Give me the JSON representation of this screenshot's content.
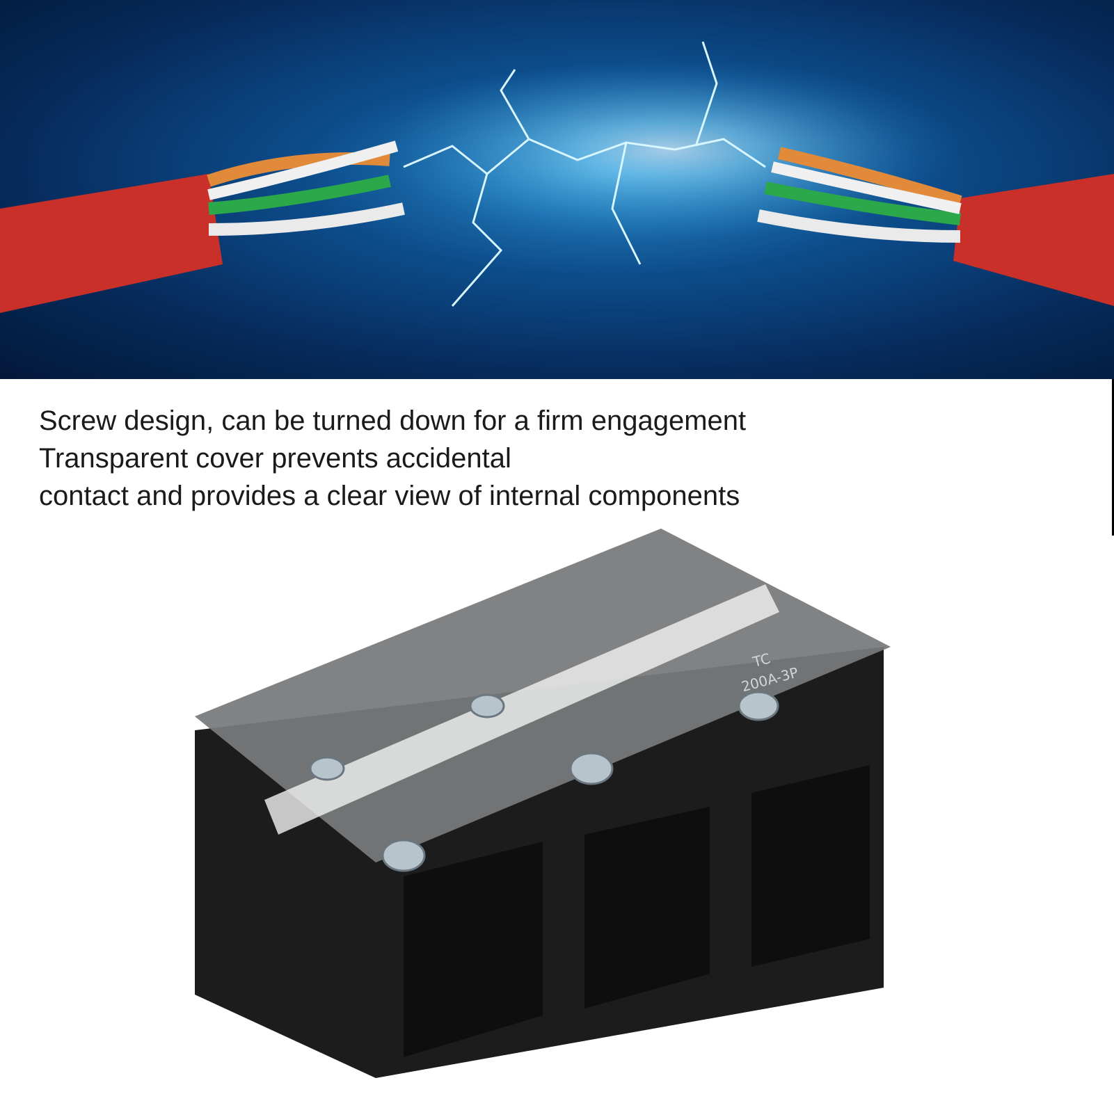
{
  "captions": [
    "Screw design, can be turned down for a firm engagement",
    "Transparent cover prevents accidental",
    "contact and provides a clear view of internal components"
  ],
  "product": {
    "label_line1": "TC",
    "label_line2": "200A-3P"
  },
  "colors": {
    "banner_blue": "#0d4d8c",
    "cable_red": "#c9302a",
    "block_black": "#1a1a1a"
  }
}
